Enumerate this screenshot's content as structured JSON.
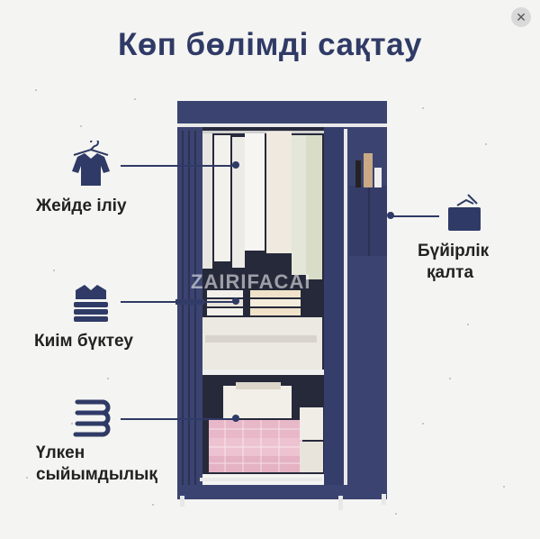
{
  "title": "Көп бөлімді сақтау",
  "watermark": "ZAIRIFACAI",
  "features": {
    "hanging": {
      "label": "Жейде іліу",
      "icon": "shirt-hanger-icon"
    },
    "folding": {
      "label": "Киім бүктеу",
      "icon": "folded-clothes-icon"
    },
    "capacity": {
      "label_line1": "Үлкен",
      "label_line2": "сыйымдылық",
      "icon": "storage-capacity-icon"
    },
    "pocket": {
      "label_line1": "Бүйірлік",
      "label_line2": "қалта",
      "icon": "side-pocket-icon"
    }
  },
  "colors": {
    "navy": "#2f3a66",
    "fabric": "#3b4470",
    "background": "#f4f4f2"
  }
}
